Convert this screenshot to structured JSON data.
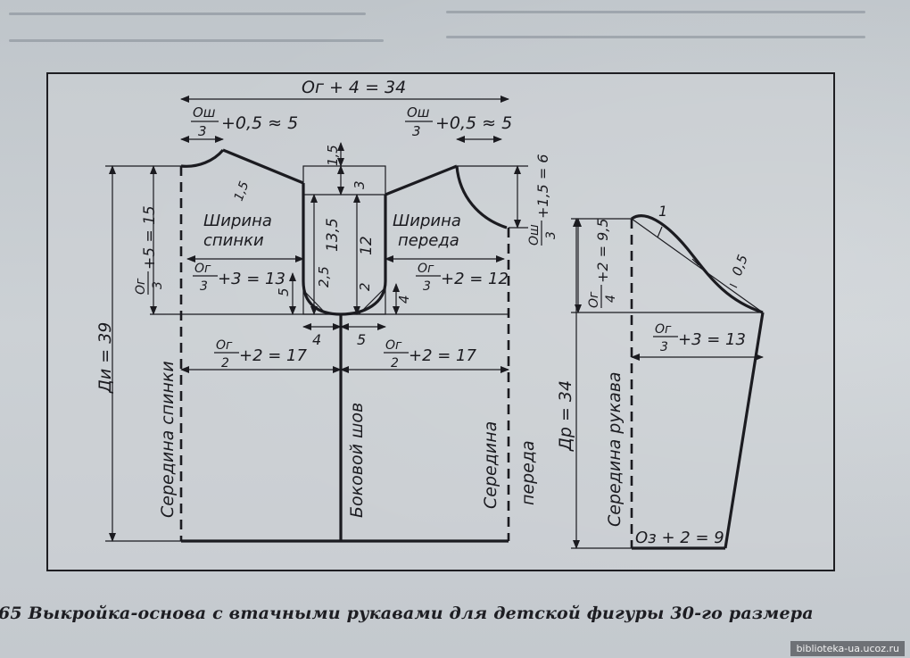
{
  "figure": {
    "labels": {
      "width_total": "Ог + 4 = 34",
      "neck_back": "+0,5 ≈ 5",
      "neck_front": "+0,5 ≈ 5",
      "os_num": "Ош",
      "den3": "3",
      "og_num": "Ог",
      "den2": "2",
      "den4": "4",
      "armhole_depth": "+5 = 15",
      "length": "Ди = 39",
      "shoulder_slope_back": "1,5",
      "shoulder_drop_front": "+1,5 = 6",
      "dim_1_5": "1,5",
      "dim_3": "3",
      "dim_13_5": "13,5",
      "dim_12": "12",
      "dim_2_5": "2,5",
      "dim_2": "2",
      "dim_5_left": "5",
      "dim_4_right": "4",
      "dim_4_bottom": "4",
      "dim_5_bottom": "5",
      "back_width_1": "Ширина",
      "back_width_2": "спинки",
      "front_width_1": "Ширина",
      "front_width_2": "переда",
      "back_width_formula": "+3 = 13",
      "front_width_formula": "+2 = 12",
      "hip_back": "+2 = 17",
      "hip_front": "+2 = 17",
      "back_center": "Середина спинки",
      "side_seam": "Боковой шов",
      "front_center_1": "Середина",
      "front_center_2": "переда",
      "sleeve_cap": "+2 = 9,5",
      "sleeve_len": "Др = 34",
      "sleeve_center": "Середина рукава",
      "sleeve_width": "+3 = 13",
      "sleeve_bottom": "Оз + 2 = 9",
      "cap_mark_1": "1",
      "cap_mark_05": "0,5"
    }
  },
  "caption": "65 Выкройка-основа с втачными рукавами для детской фигуры 30-го размера",
  "watermark": "biblioteka-ua.ucoz.ru",
  "colors": {
    "ink": "#1b1b20",
    "paper": "#c9ced3"
  }
}
